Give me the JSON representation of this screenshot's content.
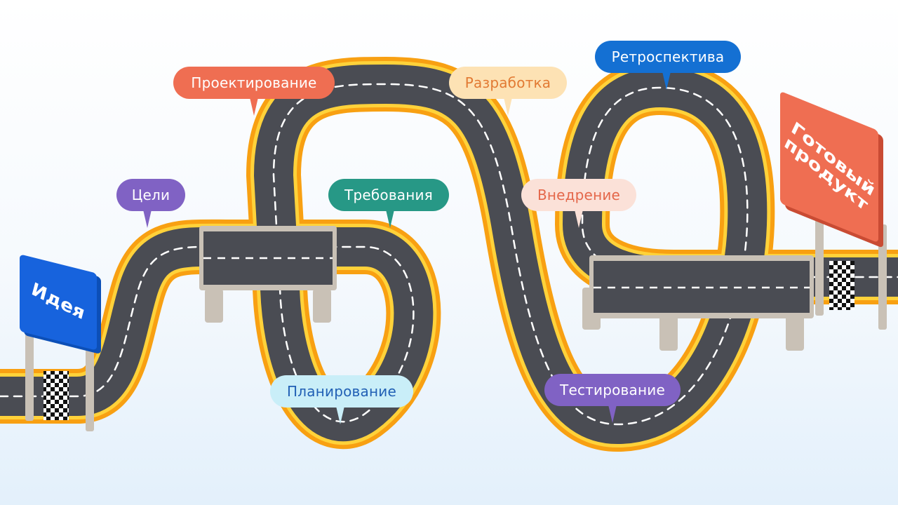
{
  "colors": {
    "asphalt": "#4a4c53",
    "curb_orange": "#f8a012",
    "curb_yellow": "#ffd23a",
    "bridge_gray": "#c9c1b6",
    "lane_dash": "#ffffff"
  },
  "signs": {
    "start": {
      "label": "Идея",
      "color": "#1763dd"
    },
    "finish": {
      "label": "Готовый продукт",
      "color": "#ef6e52"
    }
  },
  "stages": [
    {
      "id": "goals",
      "label": "Цели",
      "bg": "#8062c4",
      "fg": "#ffffff"
    },
    {
      "id": "design",
      "label": "Проектирование",
      "bg": "#ef6e52",
      "fg": "#ffffff"
    },
    {
      "id": "requirements",
      "label": "Требования",
      "bg": "#279886",
      "fg": "#ffffff"
    },
    {
      "id": "planning",
      "label": "Планирование",
      "bg": "#c9eef8",
      "fg": "#2160b5"
    },
    {
      "id": "development",
      "label": "Разработка",
      "bg": "#fde2b4",
      "fg": "#e27a33"
    },
    {
      "id": "deployment",
      "label": "Внедрение",
      "bg": "#fbe1d8",
      "fg": "#e4674a"
    },
    {
      "id": "testing",
      "label": "Тестирование",
      "bg": "#8062c4",
      "fg": "#ffffff"
    },
    {
      "id": "retrospective",
      "label": "Ретроспектива",
      "bg": "#1470d3",
      "fg": "#ffffff"
    }
  ]
}
